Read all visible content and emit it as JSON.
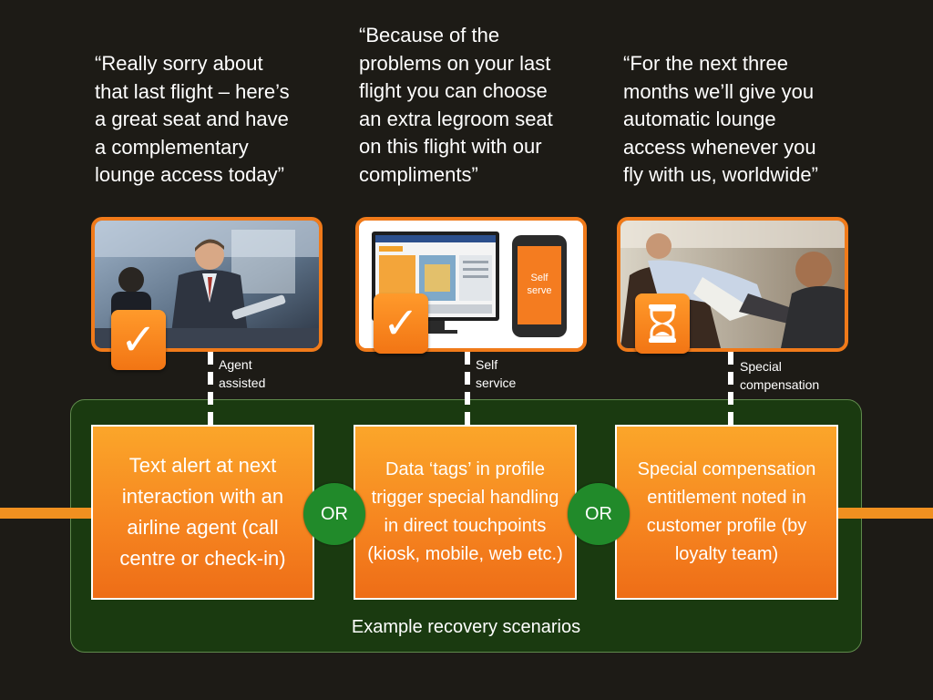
{
  "quotes": [
    "“Really sorry about\nthat last flight – here’s\na great seat and have\na complementary\nlounge access today”",
    "“Because of the\nproblems on your last\nflight you can choose\nan extra legroom seat\non this flight with our\ncompliments”",
    "“For the next three\nmonths we’ll give you\nautomatic lounge\naccess whenever you\nfly with us, worldwide”"
  ],
  "channels": [
    "Agent\nassisted",
    "Self\nservice",
    "Special\ncompensation"
  ],
  "badges": {
    "first": "check-icon",
    "second": "check-icon",
    "third": "hourglass-icon",
    "check_glyph": "✓"
  },
  "phone_screen_text": "Self\nserve",
  "scenarios": [
    "Text alert at next interaction with an airline agent (call centre or check-in)",
    "Data ‘tags’ in profile trigger special handling in direct touchpoints (kiosk, mobile, web etc.)",
    "Special compensation entitlement noted in customer profile (by loyalty team)"
  ],
  "or_label": "OR",
  "panel_caption": "Example recovery scenarios",
  "colors": {
    "background": "#1d1b16",
    "accent_orange": "#f07a1a",
    "panel_green": "#1a3a10",
    "or_green": "#218a2a"
  }
}
